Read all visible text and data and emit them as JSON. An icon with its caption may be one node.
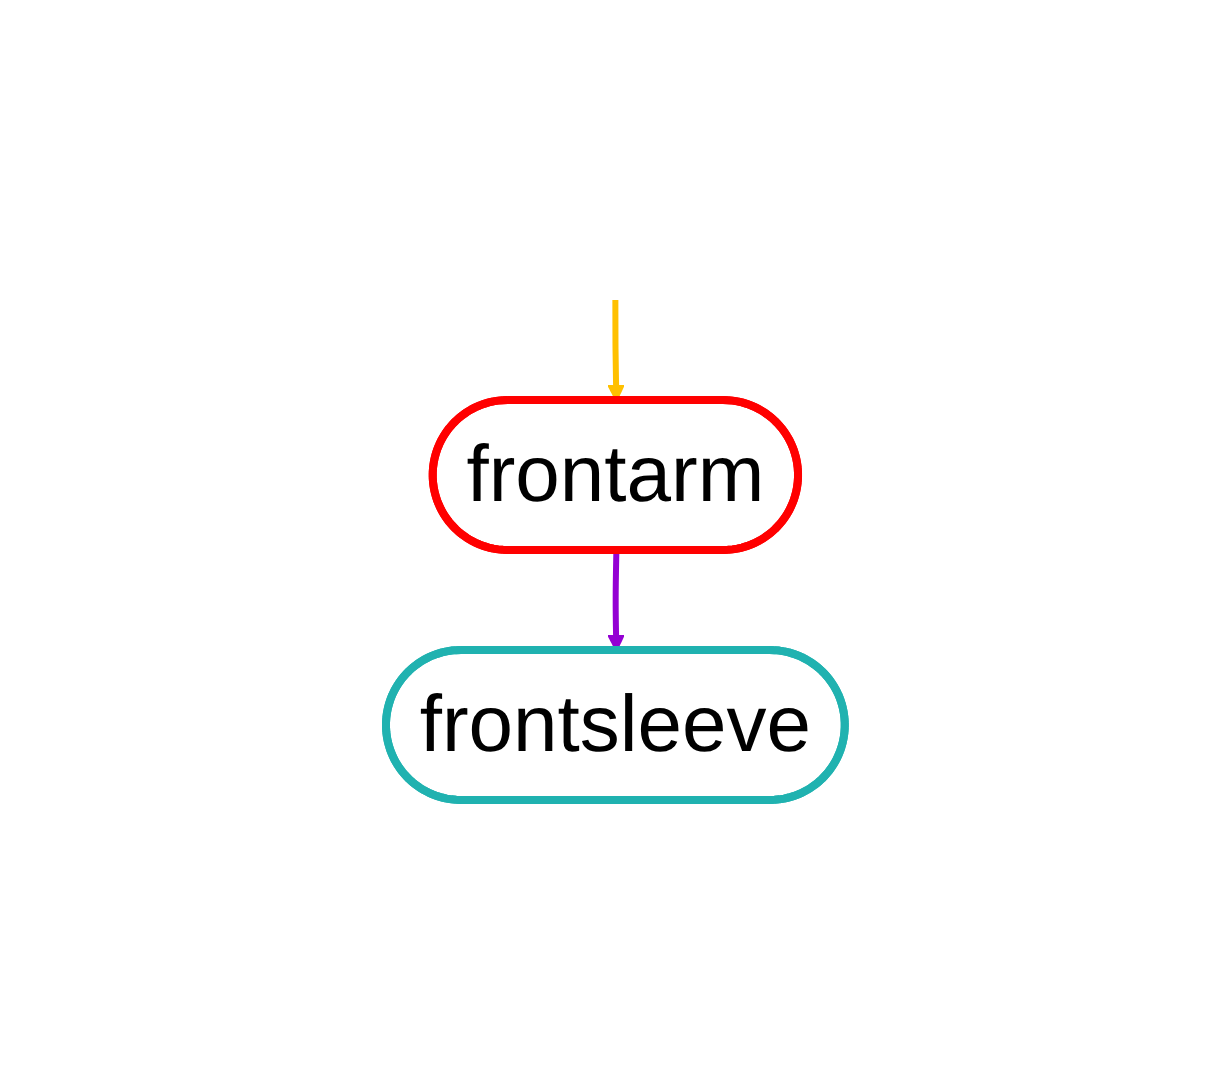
{
  "diagram": {
    "nodes": [
      {
        "text": [
          "frontarm"
        ]
      },
      {
        "text": [
          "frontsleeve"
        ]
      }
    ],
    "edges": [
      {
        "from": 0,
        "to": 1,
        "arrow": "to",
        "color": "#9400d3"
      },
      {
        "from": null,
        "to": 0,
        "arrow": "to",
        "color": "#ffc000"
      }
    ]
  }
}
